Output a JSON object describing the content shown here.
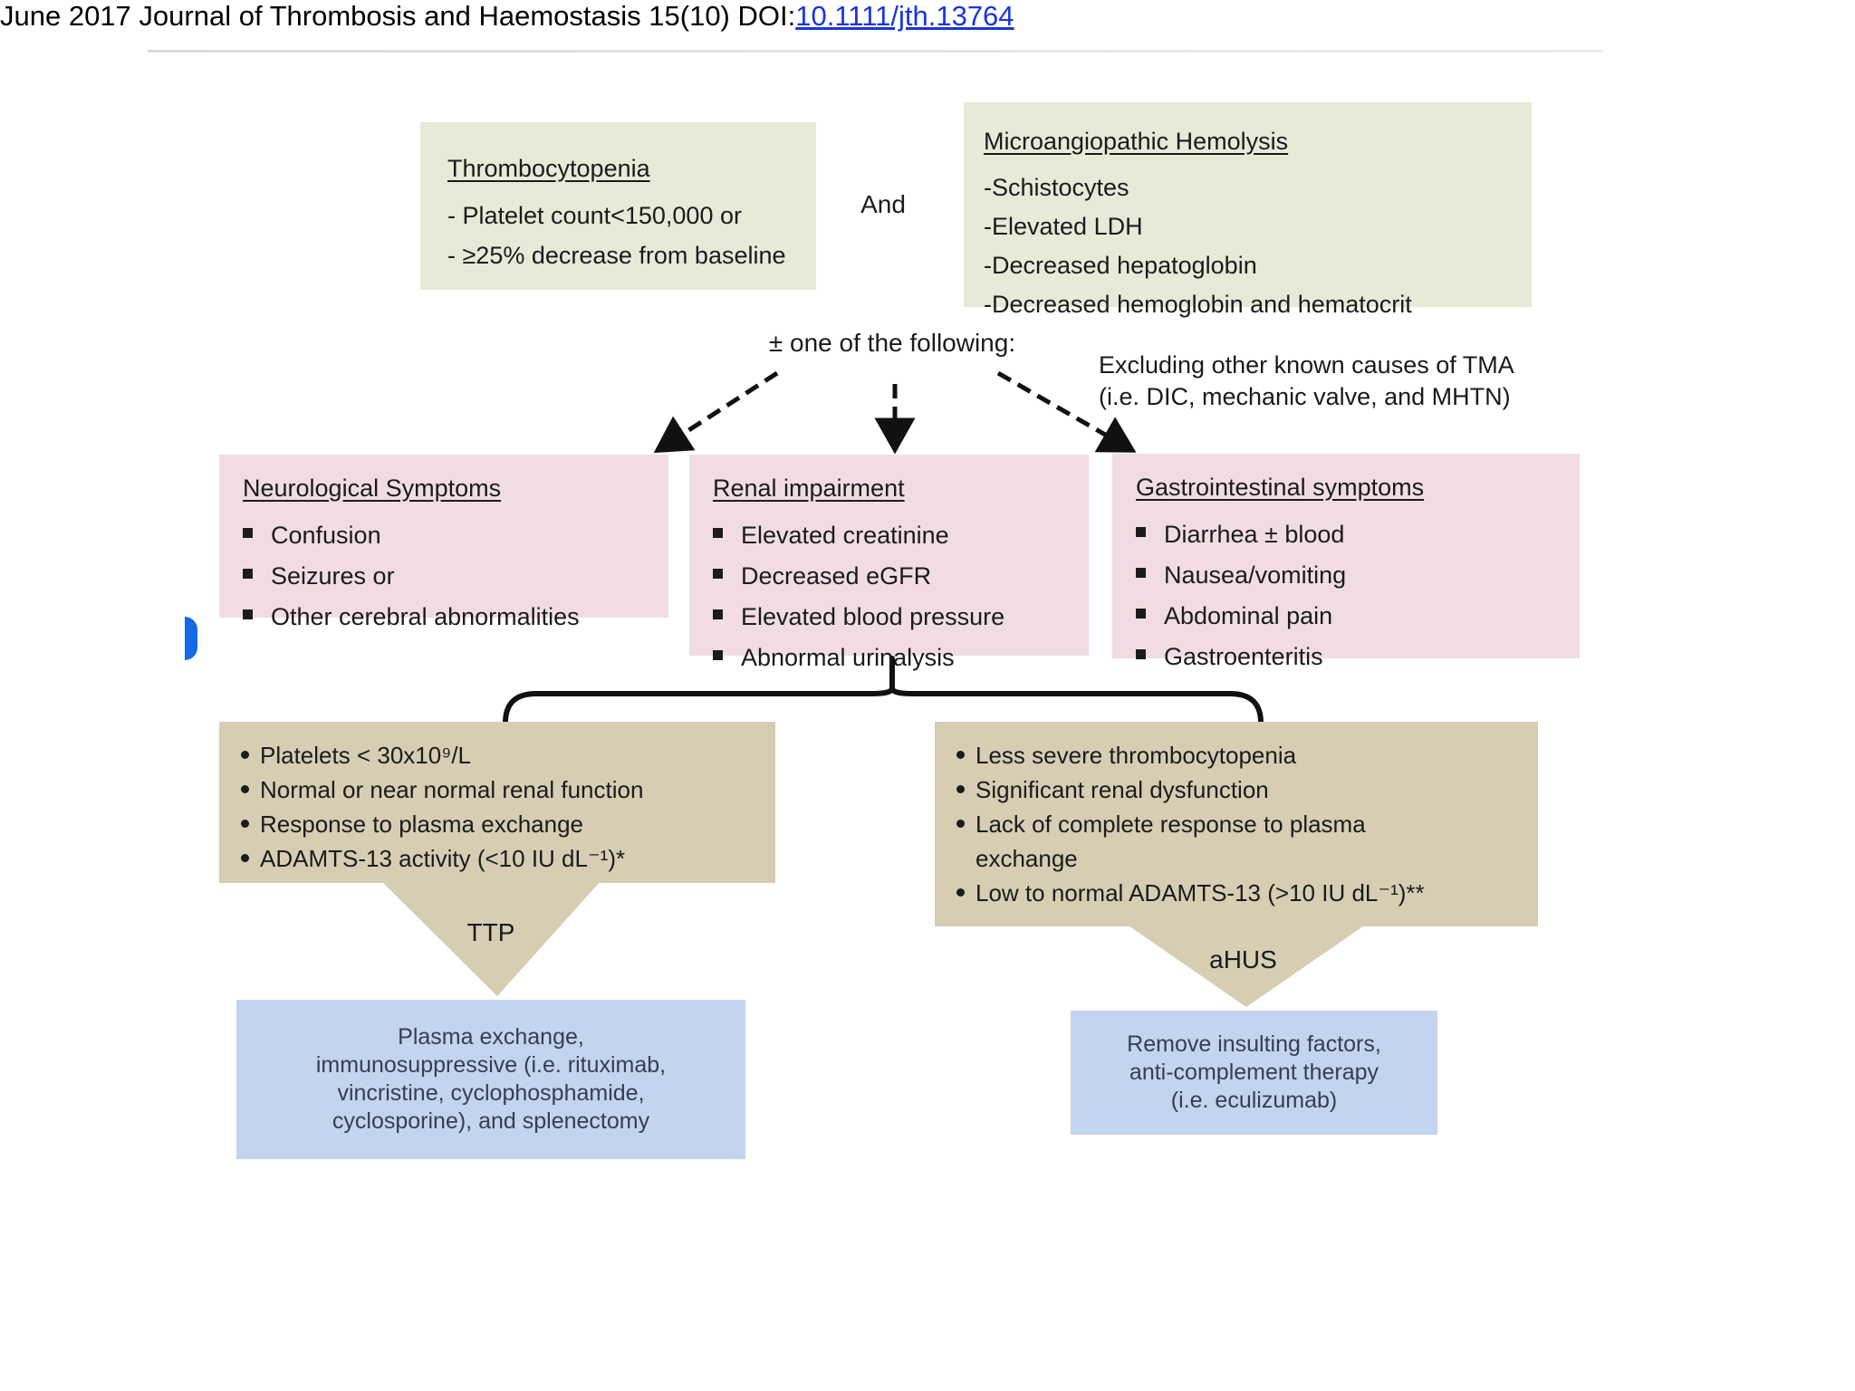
{
  "colors": {
    "olive_box": "#e8e9d7",
    "pink_box": "#f1dde1",
    "tan_box": "#d6cdb3",
    "blue_box": "#c4d4ee",
    "body_text": "#1b1b1b",
    "treatment_text": "#333f52",
    "link_blue": "#1a35dd",
    "accent_blue_shape": "#1569e6"
  },
  "top_boxes": {
    "thrombocytopenia": {
      "title": "Thrombocytopenia",
      "items": [
        "- Platelet count<150,000 or",
        "- ≥25% decrease from baseline"
      ]
    },
    "and_label": "And",
    "microangiopathic": {
      "title": "Microangiopathic Hemolysis",
      "items": [
        "-Schistocytes",
        "-Elevated LDH",
        "-Decreased hepatoglobin",
        "-Decreased hemoglobin and hematocrit"
      ]
    }
  },
  "connectors": {
    "one_of": "± one of the following:",
    "excluding_line1": "Excluding other known causes of TMA",
    "excluding_line2": "(i.e. DIC, mechanic valve, and MHTN)"
  },
  "symptoms": [
    {
      "title": "Neurological Symptoms",
      "items": [
        "Confusion",
        "Seizures or",
        "Other cerebral abnormalities"
      ]
    },
    {
      "title": "Renal impairment",
      "items": [
        "Elevated creatinine",
        "Decreased eGFR",
        "Elevated blood pressure",
        "Abnormal urinalysis"
      ]
    },
    {
      "title": "Gastrointestinal symptoms",
      "items": [
        "Diarrhea ± blood",
        "Nausea/vomiting",
        "Abdominal pain",
        "Gastroenteritis"
      ]
    }
  ],
  "ttp": {
    "criteria": [
      "Platelets < 30x10⁹/L",
      "Normal or near normal renal function",
      "Response to plasma exchange",
      "ADAMTS-13 activity (<10 IU dL⁻¹)*"
    ],
    "label": "TTP",
    "treatment": [
      "Plasma exchange,",
      "immunosuppressive (i.e. rituximab,",
      "vincristine, cyclophosphamide,",
      "cyclosporine), and splenectomy"
    ]
  },
  "ahus": {
    "criteria": [
      "Less severe thrombocytopenia",
      "Significant renal dysfunction",
      "Lack of complete response to plasma exchange",
      "Low to normal ADAMTS-13 (>10 IU dL⁻¹)**"
    ],
    "label": "aHUS",
    "treatment": [
      "Remove insulting factors,",
      "anti-complement therapy",
      "(i.e. eculizumab)"
    ]
  },
  "citation": {
    "text": "June 2017 Journal of Thrombosis and Haemostasis 15(10)  DOI:",
    "link": "10.1111/jth.13764"
  }
}
